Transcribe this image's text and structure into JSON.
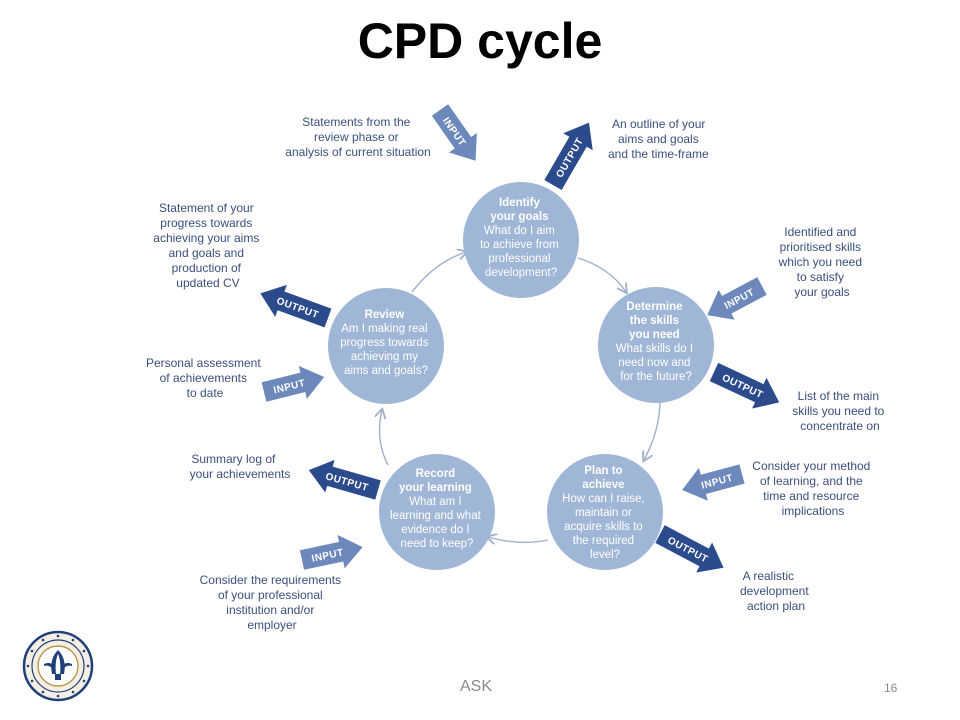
{
  "title": "CPD cycle",
  "colors": {
    "circle_fill": "#9fb6d6",
    "input_arrow": "#6d88bb",
    "output_arrow": "#2c4b8c",
    "note_text": "#3a4f7d",
    "cycle_line": "#9fb0cc"
  },
  "stages": [
    {
      "id": "identify",
      "lines": [
        "Identify",
        "your goals",
        "What do I aim",
        "to achieve from",
        "professional",
        "development?"
      ],
      "bold_lines": 2
    },
    {
      "id": "determine",
      "lines": [
        "Determine",
        "the skills",
        "you need",
        "What skills do I",
        "need now and",
        "for the future?"
      ],
      "bold_lines": 3
    },
    {
      "id": "plan",
      "lines": [
        "Plan to",
        "achieve",
        "How can I raise,",
        "maintain or",
        "acquire skills to",
        "the required",
        "level?"
      ],
      "bold_lines": 2
    },
    {
      "id": "record",
      "lines": [
        "Record",
        "your learning",
        "What am I",
        "learning and what",
        "evidence do I",
        "need to keep?"
      ],
      "bold_lines": 2
    },
    {
      "id": "review",
      "lines": [
        "Review",
        "Am I making real",
        "progress towards",
        "achieving my",
        "aims and goals?"
      ],
      "bold_lines": 1
    }
  ],
  "arrow_labels": {
    "input": "INPUT",
    "output": "OUTPUT"
  },
  "notes": {
    "identify_input": [
      "Statements from the",
      "review phase or",
      "analysis of current situation"
    ],
    "identify_output": [
      "An outline of your",
      "aims and goals",
      "and the time-frame"
    ],
    "determine_input": [
      "Identified and",
      "prioritised skills",
      "which you need",
      "to satisfy",
      "your goals"
    ],
    "determine_output": [
      "List of the main",
      "skills you need to",
      "concentrate on"
    ],
    "plan_input": [
      "Consider your method",
      "of learning, and the",
      "time and resource",
      "implications"
    ],
    "plan_output": [
      "A realistic",
      "development",
      "action plan"
    ],
    "record_input": [
      "Consider the requirements",
      "of your professional",
      "institution and/or",
      "employer"
    ],
    "record_output": [
      "Summary log of",
      "your achievements"
    ],
    "review_input": [
      "Personal assessment",
      "of achievements",
      "to date"
    ],
    "review_output": [
      "Statement of your",
      "progress towards",
      "achieving your aims",
      "and goals and",
      "production of",
      "updated CV"
    ]
  },
  "footer": {
    "text": "ASK",
    "page": "16"
  }
}
